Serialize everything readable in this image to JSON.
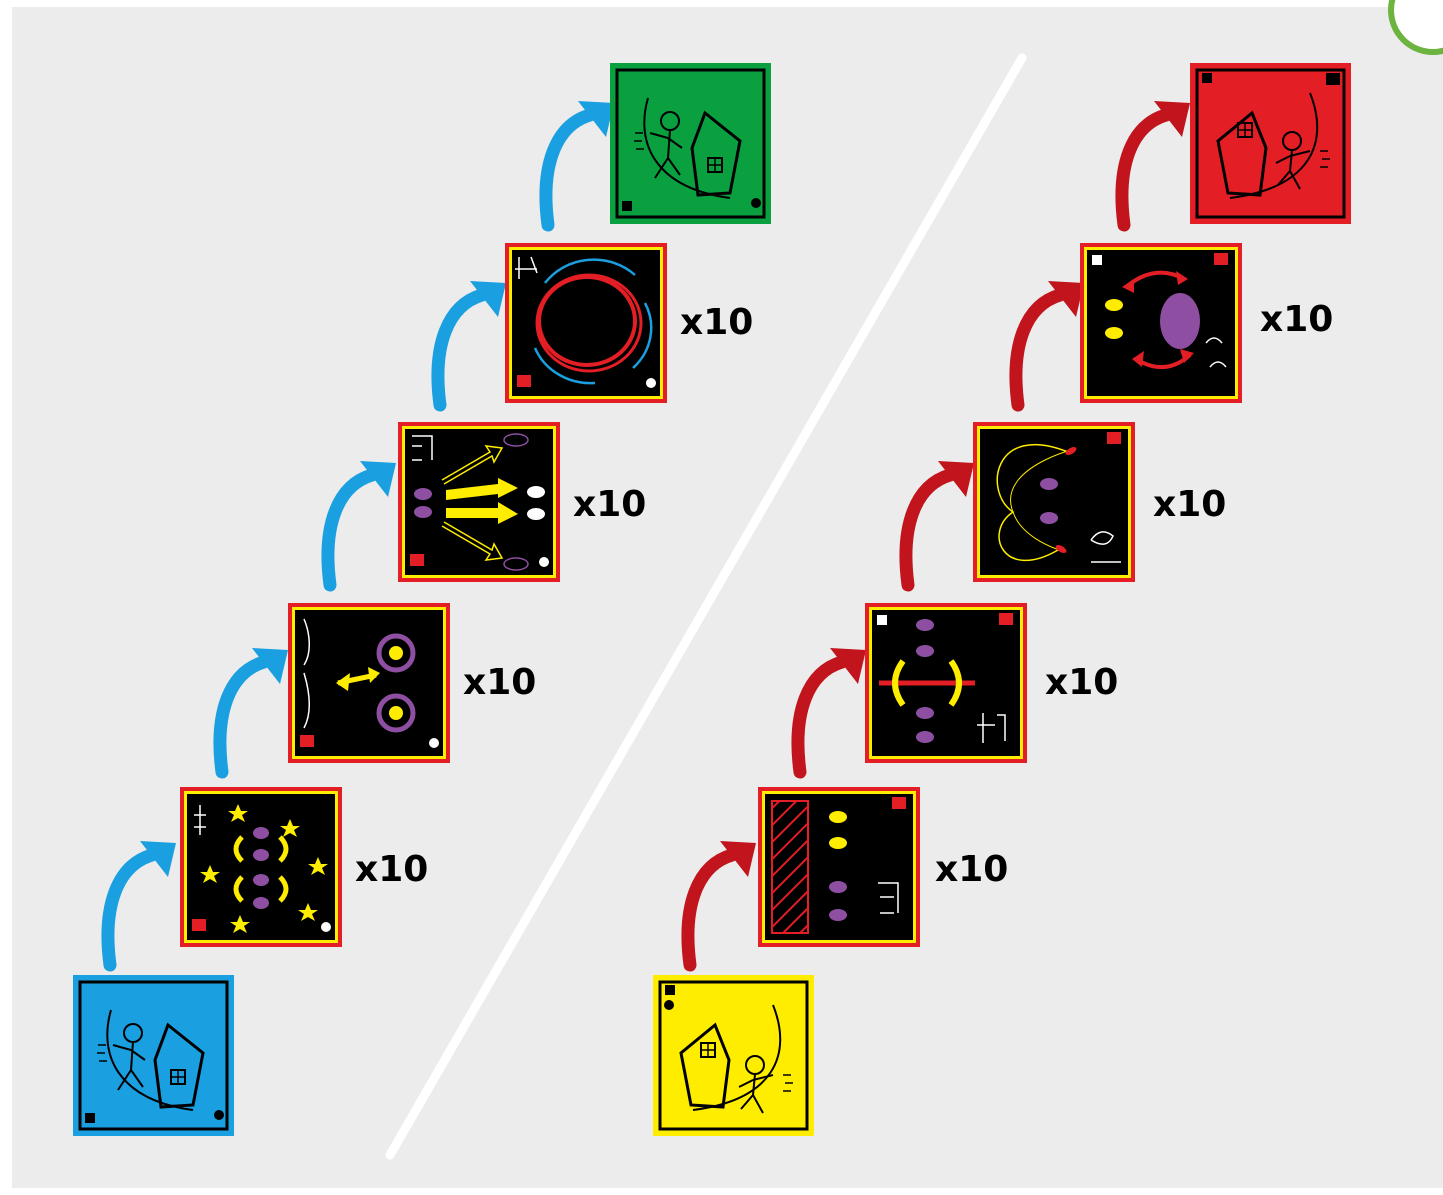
{
  "colors": {
    "background": "#ececec",
    "blue": "#1a9fe0",
    "green": "#0aa040",
    "red": "#e31e24",
    "yellow": "#ffed00",
    "card_border_red": "#e31e24",
    "card_border_yellow": "#ffed00",
    "purple": "#8e4fa2",
    "blue_arrow": "#1a9fe0",
    "red_arrow": "#c1141c",
    "divider": "#ffffff"
  },
  "left_path": {
    "start_card": {
      "color_name": "blue",
      "icon": "house-and-runner-icon"
    },
    "end_card": {
      "color_name": "green",
      "icon": "house-and-runner-icon"
    },
    "steps": [
      {
        "icon": "crouching-stars-feet-icon",
        "count": "x10"
      },
      {
        "icon": "hand-target-arrows-icon",
        "count": "x10"
      },
      {
        "icon": "feet-arrows-fan-icon",
        "count": "x10"
      },
      {
        "icon": "hoop-circles-icon",
        "count": "x10"
      }
    ]
  },
  "right_path": {
    "start_card": {
      "color_name": "yellow",
      "icon": "house-and-runner-icon"
    },
    "end_card": {
      "color_name": "red",
      "icon": "house-and-runner-icon"
    },
    "steps": [
      {
        "icon": "hatched-zone-feet-icon",
        "count": "x10"
      },
      {
        "icon": "line-jump-feet-icon",
        "count": "x10"
      },
      {
        "icon": "rope-loop-feet-icon",
        "count": "x10"
      },
      {
        "icon": "ball-circle-feet-icon",
        "count": "x10"
      }
    ]
  }
}
